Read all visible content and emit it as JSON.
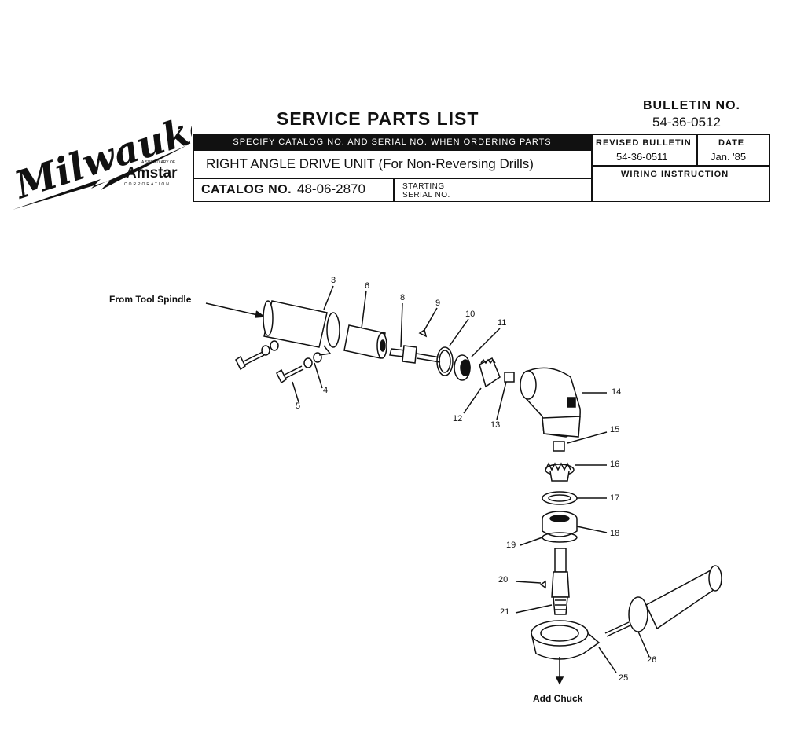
{
  "header": {
    "brand": "Milwaukee",
    "subsidiary_line": "A SUBSIDIARY OF",
    "parent_company": "Amstar",
    "parent_suffix": "CORPORATION",
    "title": "SERVICE PARTS LIST",
    "bulletin_label": "BULLETIN NO.",
    "bulletin_no": "54-36-0512",
    "specify_text": "SPECIFY CATALOG NO. AND SERIAL NO. WHEN ORDERING PARTS",
    "product": "RIGHT ANGLE DRIVE UNIT (For Non-Reversing Drills)",
    "catalog_label": "CATALOG NO.",
    "catalog_no": "48-06-2870",
    "starting_line1": "STARTING",
    "starting_line2": "SERIAL NO.",
    "revised_label": "REVISED BULLETIN",
    "revised_no": "54-36-0511",
    "date_label": "DATE",
    "date_value": "Jan. '85",
    "wiring": "WIRING INSTRUCTION"
  },
  "diagram": {
    "from_label": "From Tool Spindle",
    "to_label": "Add Chuck",
    "callouts": {
      "p3": "3",
      "p4": "4",
      "p5": "5",
      "p6": "6",
      "p8": "8",
      "p9": "9",
      "p10": "10",
      "p11": "11",
      "p12": "12",
      "p13": "13",
      "p14": "14",
      "p15": "15",
      "p16": "16",
      "p17": "17",
      "p18": "18",
      "p19": "19",
      "p20": "20",
      "p21": "21",
      "p25": "25",
      "p26": "26"
    }
  }
}
